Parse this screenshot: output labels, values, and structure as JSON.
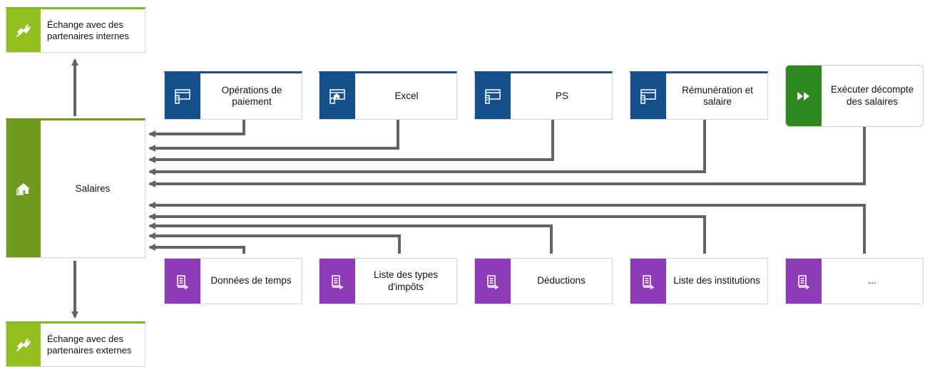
{
  "diagram": {
    "colors": {
      "external_partner": "#93c01f",
      "application": "#15508a",
      "function": "#2e8a1e",
      "data": "#8e3bb7",
      "group": "#6e9b1d",
      "connector": "#646464"
    },
    "group": {
      "label": "Salaires",
      "icon": "house-icon"
    },
    "partners": {
      "internal": {
        "label": "Échange avec des partenaires internes",
        "icon": "plug-icon"
      },
      "external": {
        "label": "Échange avec des partenaires externes",
        "icon": "plug-icon"
      }
    },
    "applications": [
      {
        "label": "Opérations de paiement",
        "icon": "app-window-icon"
      },
      {
        "label": "Excel",
        "icon": "app-window-house-icon"
      },
      {
        "label": "PS",
        "icon": "app-window-icon"
      },
      {
        "label": "Rémunération et salaire",
        "icon": "app-window-icon"
      }
    ],
    "function": {
      "label": "Exécuter décompte des salaires",
      "icon": "fast-forward-icon"
    },
    "data_objects": [
      {
        "label": "Données de temps",
        "icon": "document-arrow-icon"
      },
      {
        "label": "Liste des types d'impôts",
        "icon": "document-arrow-icon"
      },
      {
        "label": "Déductions",
        "icon": "document-arrow-icon"
      },
      {
        "label": "Liste des institutions",
        "icon": "document-arrow-icon"
      },
      {
        "label": "...",
        "icon": "document-arrow-icon"
      }
    ]
  }
}
